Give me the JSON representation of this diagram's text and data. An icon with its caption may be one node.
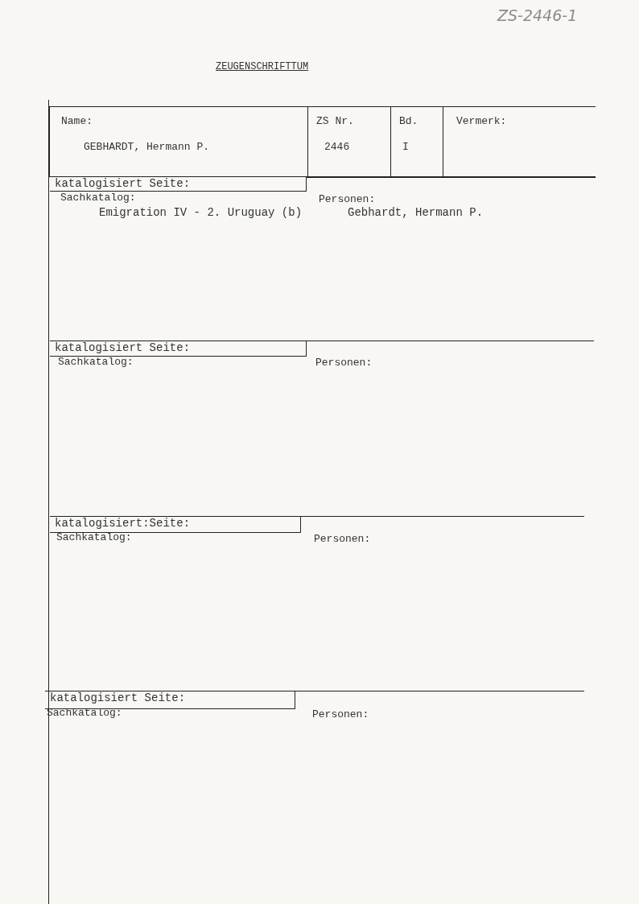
{
  "diagram": {
    "title": "ZEUGENSCHRIFTTUM",
    "nodes": [
      {
        "text": [
          "Name:",
          "GEBHARDT, Hermann P."
        ]
      },
      {
        "text": [
          "ZS Nr.",
          "2446"
        ]
      },
      {
        "text": [
          "Bd.",
          "I"
        ]
      },
      {
        "text": [
          "Vermerk:"
        ]
      },
      {
        "text": [
          "katalogisiert Seite:"
        ]
      },
      {
        "text": [
          "katalogisiert Seite:"
        ]
      },
      {
        "text": [
          "katalogisiert:Seite:"
        ]
      },
      {
        "text": [
          "katalogisiert Seite:"
        ]
      }
    ],
    "edges": [],
    "labels": [
      "ZS-2446-1",
      "Sachkatalog:",
      "Personen:",
      "Emigration IV - 2. Uruguay (b)",
      "Gebhardt, Hermann P.",
      "Sachkatalog:",
      "Personen:",
      "Sachkatalog:",
      "Personen:",
      "Sachkatalog:",
      "Personen:"
    ]
  }
}
